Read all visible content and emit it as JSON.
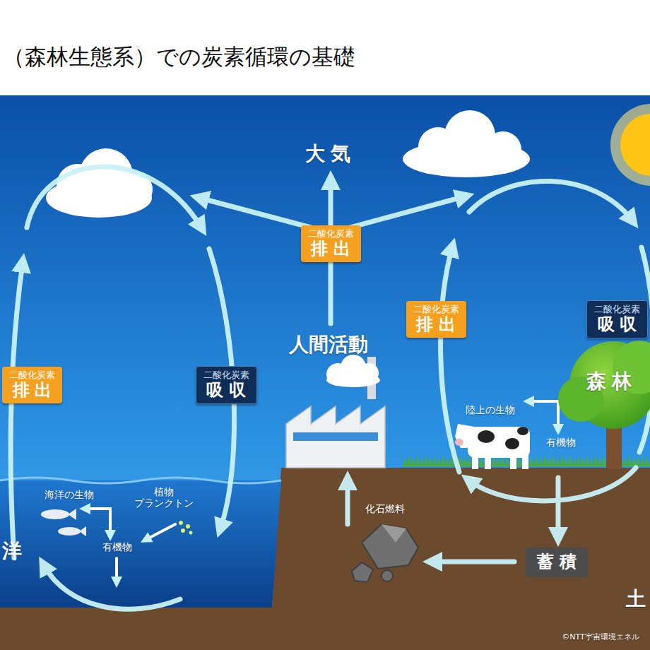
{
  "diagram": {
    "title": "（森林生態系）での炭素循環の基礎",
    "nodes": [
      {
        "text": [
          "二酸化炭素",
          "排出"
        ]
      },
      {
        "text": [
          "二酸化炭素",
          "排出"
        ]
      },
      {
        "text": [
          "二酸化炭素",
          "排出"
        ]
      },
      {
        "text": [
          "二酸化炭素",
          "吸収"
        ]
      },
      {
        "text": [
          "二酸化炭素",
          "吸収"
        ]
      },
      {
        "text": [
          "蓄積"
        ]
      }
    ],
    "labels": [
      "大気",
      "人間活動",
      "森林",
      "陸上の生物",
      "有機物",
      "海洋の生物",
      "植物 プランクトン",
      "有機物",
      "化石燃料",
      "洋",
      "土",
      "©NTT宇宙環境エネル"
    ]
  }
}
